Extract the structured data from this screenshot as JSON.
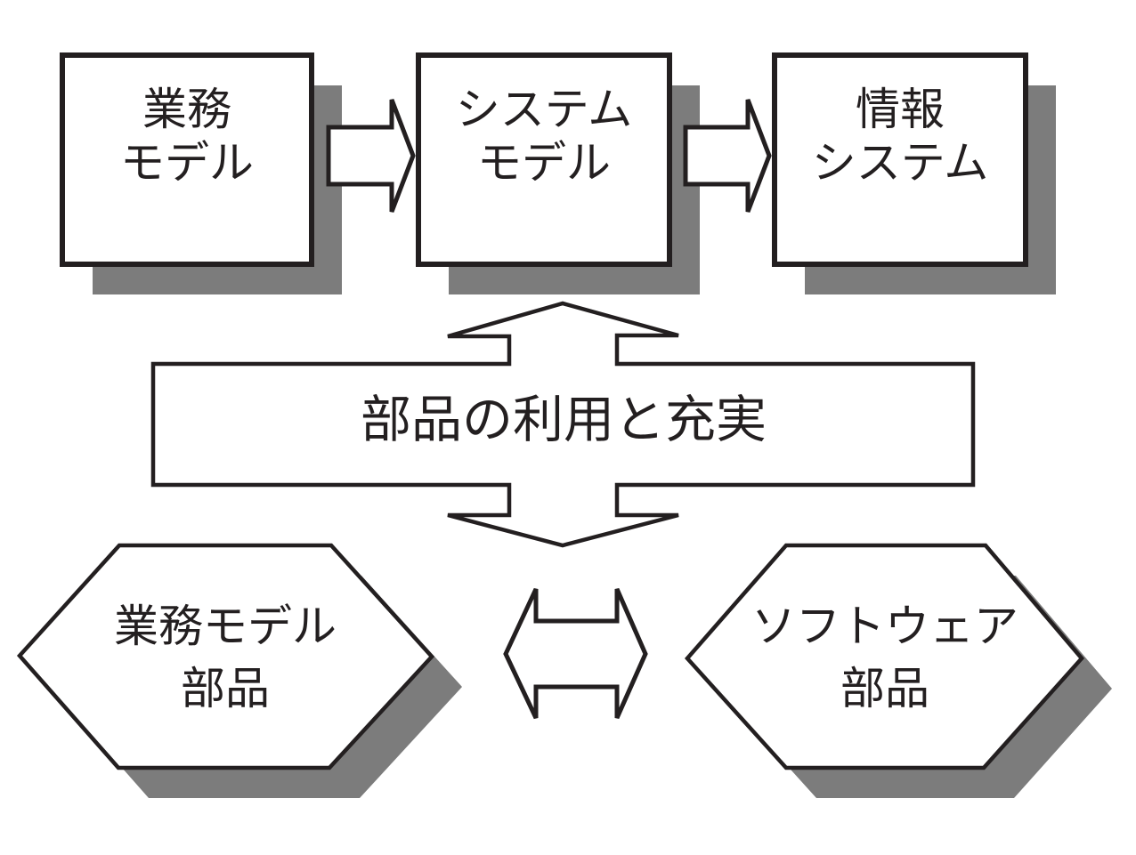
{
  "colors": {
    "background": "#ffffff",
    "stroke": "#231f20",
    "shadow": "#7c7c7c",
    "shape_fill": "#ffffff"
  },
  "diagram": {
    "top_row": {
      "business_model_box": {
        "line1": "業務",
        "line2": "モデル"
      },
      "system_model_box": {
        "line1": "システム",
        "line2": "モデル"
      },
      "information_system_box": {
        "line1": "情報",
        "line2": "システム"
      }
    },
    "middle_bar": {
      "label": "部品の利用と充実"
    },
    "bottom_row": {
      "business_model_parts_hexagon": {
        "line1": "業務モデル",
        "line2": "部品"
      },
      "software_parts_hexagon": {
        "line1": "ソフトウェア",
        "line2": "部品"
      }
    }
  }
}
